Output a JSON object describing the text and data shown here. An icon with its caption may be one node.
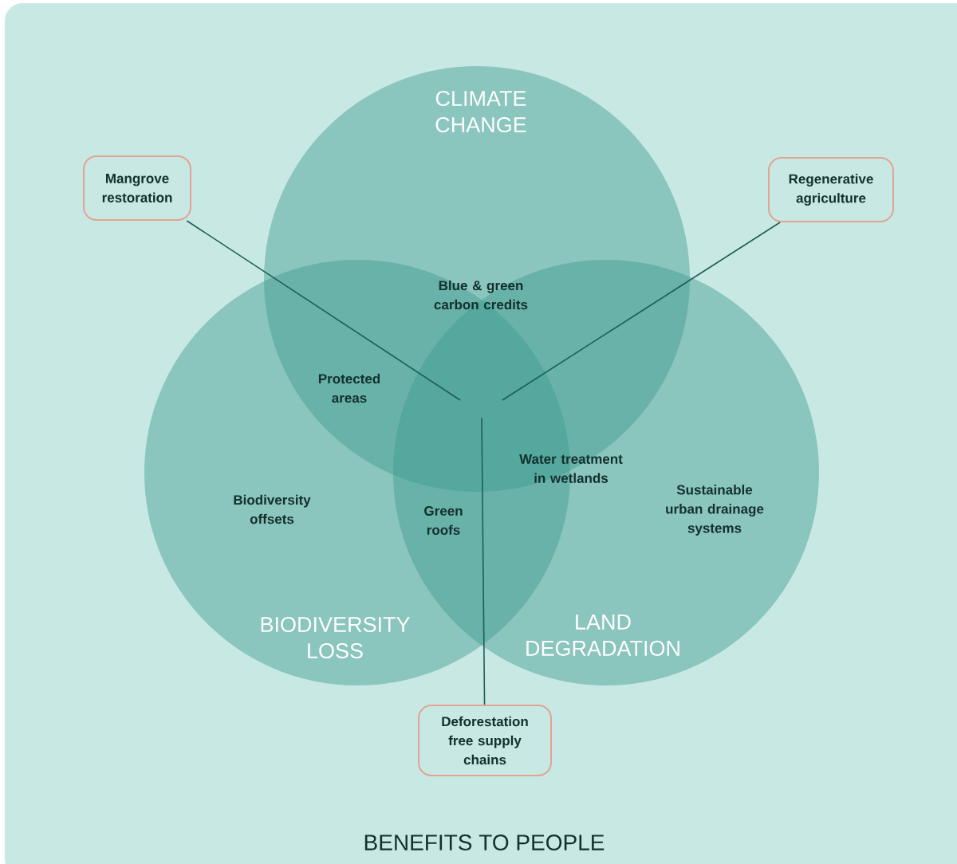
{
  "diagram": {
    "caption": "BENEFITS TO PEOPLE",
    "nodes": [
      {
        "text": [
          "Mangrove restoration"
        ]
      },
      {
        "text": [
          "Regenerative agriculture"
        ]
      },
      {
        "text": [
          "Deforestation free supply chains"
        ]
      }
    ],
    "edges": [
      {
        "from": 0,
        "to": null,
        "arrow": "none"
      },
      {
        "from": 1,
        "to": null,
        "arrow": "none"
      },
      {
        "from": 2,
        "to": null,
        "arrow": "none"
      }
    ],
    "labels": [
      "CLIMATE CHANGE",
      "Blue & green carbon credits",
      "Protected areas",
      "Water treatment in wetlands",
      "Biodiversity offsets",
      "Green roofs",
      "Sustainable urban drainage systems",
      "BIODIVERSITY LOSS",
      "LAND DEGRADATION"
    ]
  }
}
